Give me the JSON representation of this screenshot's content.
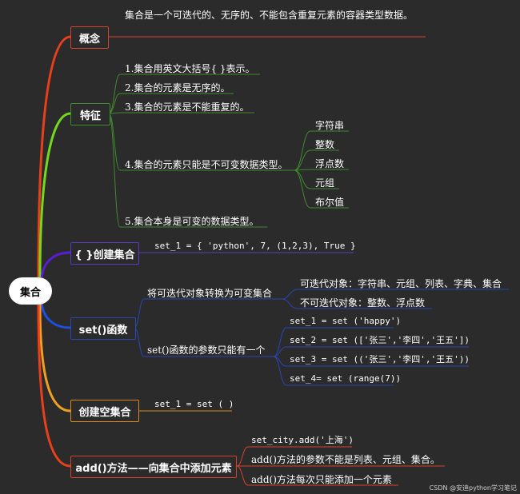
{
  "root": "集合",
  "branches": {
    "concept": {
      "label": "概念",
      "definition": "集合是一个可迭代的、无序的、不能包含重复元素的容器类型数据。"
    },
    "features": {
      "label": "特征",
      "items": [
        "1.集合用英文大括号{ }表示。",
        "2.集合的元素是无序的。",
        "3.集合的元素是不能重复的。",
        "4.集合的元素只能是不可变数据类型。",
        "5.集合本身是可变的数据类型。"
      ],
      "immutable_types": [
        "字符串",
        "整数",
        "浮点数",
        "元组",
        "布尔值"
      ]
    },
    "create_set": {
      "label": "{ }创建集合",
      "example": "set_1 = { 'python', 7,  (1,2,3), True }"
    },
    "set_function": {
      "label": "set()函数",
      "convert": "将可迭代对象转换为可变集合",
      "iterables": "可迭代对象：字符串、元组、列表、字典、集合",
      "non_iterables": "不可迭代对象：整数、浮点数",
      "one_arg": "set()函数的参数只能有一个",
      "examples": [
        "set_1 = set ('happy')",
        "set_2 = set (['张三','李四','王五'])",
        "set_3 = set (('张三','李四','王五'))",
        "set_4= set (range(7))"
      ]
    },
    "empty_set": {
      "label": "创建空集合",
      "example": "set_1 = set ( )"
    },
    "add_method": {
      "label": "add()方法——向集合中添加元素",
      "items": [
        "set_city.add('上海')",
        "add()方法的参数不能是列表、元组、集合。",
        "add()方法每次只能添加一个元素"
      ]
    }
  },
  "watermark": "CSDN @安迪python学习笔记"
}
